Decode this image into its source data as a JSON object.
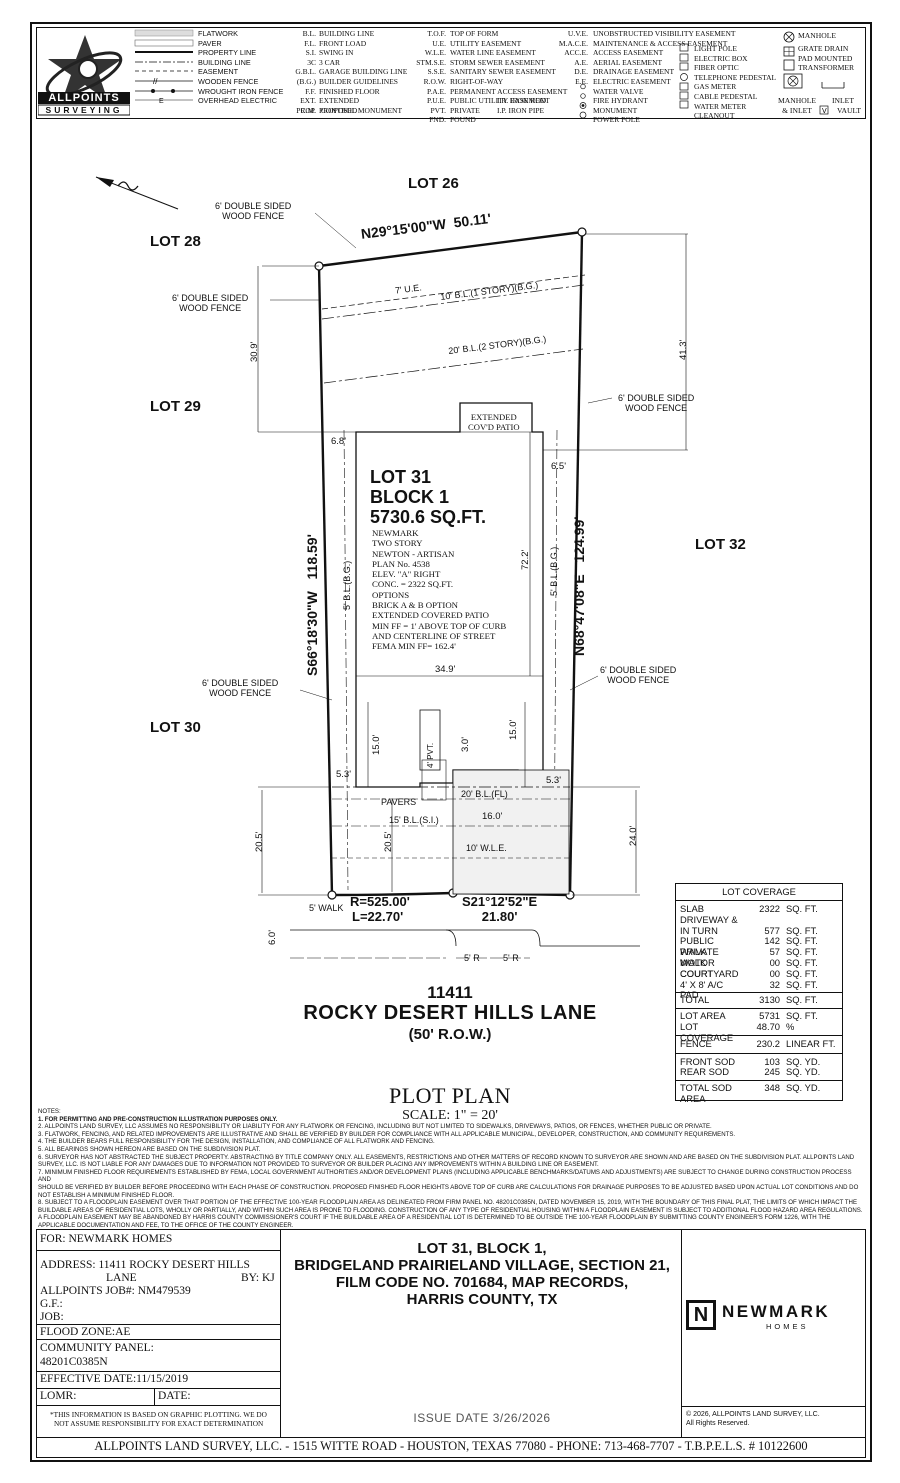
{
  "legend": {
    "company_top": "ALLPOINTS",
    "company_bottom": "SURVEYING",
    "col1": [
      "FLATWORK",
      "PAVER",
      "PROPERTY LINE",
      "BUILDING LINE",
      "EASEMENT",
      "WOODEN FENCE",
      "WROUGHT IRON FENCE",
      "OVERHEAD ELECTRIC"
    ],
    "col2_abbr": [
      "B.L.",
      "F.L.",
      "S.I.",
      "3C",
      "G.B.L.",
      "(B.G.)",
      "F.F.",
      "EXT.",
      "PROP.",
      "C.M."
    ],
    "col2_text": [
      "BUILDING LINE",
      "FRONT LOAD",
      "SWING IN",
      "3 CAR",
      "GARAGE BUILDING LINE",
      "BUILDER GUIDELINES",
      "FINISHED FLOOR",
      "EXTENDED",
      "PROPOSED",
      "CONTROL MONUMENT"
    ],
    "col3_abbr": [
      "T.O.F.",
      "U.E.",
      "W.L.E.",
      "STM.S.E.",
      "S.S.E.",
      "R.O.W.",
      "P.A.E.",
      "P.U.E.",
      "PVT.",
      "FND."
    ],
    "col3_text": [
      "TOP OF FORM",
      "UTILITY EASEMENT",
      "WATER LINE EASEMENT",
      "STORM SEWER EASEMENT",
      "SANITARY SEWER EASEMENT",
      "RIGHT-OF-WAY",
      "PERMANENT ACCESS EASEMENT",
      "PUBLIC UTILITY EASEMENT",
      "PRIVATE",
      "FOUND"
    ],
    "col3b": [
      "I.R.  IRON ROD",
      "I.P.  IRON PIPE"
    ],
    "col4_abbr": [
      "U.V.E.",
      "M.A.C.E.",
      "ACC.E.",
      "A.E.",
      "D.E.",
      "E.E."
    ],
    "col4_text": [
      "UNOBSTRUCTED VISIBILITY EASEMENT",
      "MAINTENANCE & ACCESS EASEMENT",
      "ACCESS EASEMENT",
      "AERIAL EASEMENT",
      "DRAINAGE EASEMENT",
      "ELECTRIC EASEMENT",
      "WATER VALVE",
      "FIRE HYDRANT",
      "MONUMENT",
      "POWER POLE"
    ],
    "col5": [
      "LIGHT POLE",
      "ELECTRIC BOX",
      "FIBER OPTIC",
      "TELEPHONE PEDESTAL",
      "GAS METER",
      "CABLE PEDESTAL",
      "WATER METER",
      "CLEANOUT"
    ],
    "col6": [
      "MANHOLE",
      "GRATE DRAIN",
      "PAD MOUNTED",
      "TRANSFORMER",
      "MANHOLE",
      "& INLET",
      "INLET",
      "VAULT"
    ]
  },
  "plan": {
    "lot_labels": {
      "lot26": "LOT 26",
      "lot28": "LOT 28",
      "lot29": "LOT 29",
      "lot30": "LOT 30",
      "lot32": "LOT 32"
    },
    "bearing_top": "N29°15'00\"W",
    "dist_top": "50.11'",
    "bearing_left": "S66°18'30\"W",
    "dist_left": "118.59'",
    "bearing_right": "N68°47'08\"E",
    "dist_right": "124.99'",
    "curve_r": "R=525.00'",
    "curve_l": "L=22.70'",
    "bearing_front": "S21°12'52\"E",
    "dist_front": "21.80'",
    "fence1": [
      "6' DOUBLE SIDED",
      "WOOD FENCE"
    ],
    "fence2": [
      "6' DOUBLE SIDED",
      "WOOD FENCE"
    ],
    "fence3": [
      "6' DOUBLE SIDED",
      "WOOD FENCE"
    ],
    "fence4": [
      "6' DOUBLE SIDED",
      "WOOD FENCE"
    ],
    "fence5": [
      "6' DOUBLE SIDED",
      "WOOD FENCE"
    ],
    "ue": "7' U.E.",
    "bl1": "10' B.L.(1 STORY)(B.G.)",
    "bl2": "20' B.L.(2 STORY)(B.G.)",
    "dim_309": "30.9'",
    "dim_413": "41.3'",
    "dim_68": "6.8'",
    "dim_65": "6.5'",
    "dim_349": "34.9'",
    "dim_722": "72.2'",
    "dim_150a": "15.0'",
    "dim_150b": "15.0'",
    "dim_53a": "5.3'",
    "dim_53b": "5.3'",
    "dim_30": "3.0'",
    "dim_205a": "20.5'",
    "dim_205b": "20.5'",
    "dim_240": "24.0'",
    "dim_160": "16.0'",
    "dim_60": "6.0'",
    "side_bl_left": "5' B.L.(B.G.)",
    "side_bl_right": "5' B.L.(B.G.)",
    "patio": [
      "EXTENDED",
      "COV'D PATIO"
    ],
    "pvt": "4' PVT.",
    "pavers": "PAVERS",
    "bl_fl": "20' B.L.(FL)",
    "bl_si": "15' B.L.(S.I.)",
    "wle": "10' W.L.E.",
    "walk": "5' WALK",
    "radius1": "5' R",
    "radius2": "5' R",
    "lot_title": "LOT 31",
    "block_title": "BLOCK 1",
    "area_title": "5730.6 SQ.FT.",
    "house_info": [
      "NEWMARK",
      "TWO STORY",
      "NEWTON - ARTISAN",
      "PLAN No. 4538",
      "ELEV. \"A\" RIGHT",
      "CONC. = 2322 SQ.FT.",
      "OPTIONS",
      "BRICK A & B OPTION",
      "EXTENDED COVERED PATIO",
      "MIN FF = 1' ABOVE TOP OF CURB",
      "AND CENTERLINE OF STREET",
      "FEMA MIN FF= 162.4'"
    ],
    "address_number": "11411",
    "street_name": "ROCKY DESERT HILLS LANE",
    "row": "(50' R.O.W.)"
  },
  "coverage": {
    "title": "LOT COVERAGE",
    "rows": [
      {
        "label": "SLAB",
        "value": "2322",
        "unit": "SQ. FT."
      },
      {
        "label": "DRIVEWAY &",
        "value": "",
        "unit": ""
      },
      {
        "label": "IN TURN",
        "value": "577",
        "unit": "SQ. FT."
      },
      {
        "label": "PUBLIC WALK",
        "value": "142",
        "unit": "SQ. FT."
      },
      {
        "label": "PRIVATE WALK",
        "value": "57",
        "unit": "SQ. FT."
      },
      {
        "label": "MOTOR COURT",
        "value": "00",
        "unit": "SQ. FT."
      },
      {
        "label": "COURTYARD",
        "value": "00",
        "unit": "SQ. FT."
      },
      {
        "label": "4' X 8' A/C PAD",
        "value": "32",
        "unit": "SQ. FT."
      }
    ],
    "total": {
      "label": "TOTAL",
      "value": "3130",
      "unit": "SQ. FT."
    },
    "lot_area": {
      "label": "LOT AREA",
      "value": "5731",
      "unit": "SQ. FT."
    },
    "lot_cov": {
      "label": "LOT COVERAGE",
      "value": "48.70",
      "unit": "%"
    },
    "fence": {
      "label": "FENCE",
      "value": "230.2",
      "unit": "LINEAR FT."
    },
    "front_sod": {
      "label": "FRONT SOD",
      "value": "103",
      "unit": "SQ. YD."
    },
    "rear_sod": {
      "label": "REAR SOD",
      "value": "245",
      "unit": "SQ. YD."
    },
    "total_sod": {
      "label": "TOTAL SOD AREA",
      "value": "348",
      "unit": "SQ. YD."
    }
  },
  "title": {
    "main": "PLOT PLAN",
    "scale": "SCALE: 1\" = 20'"
  },
  "notes": {
    "header": "NOTES:",
    "items": [
      "1.  FOR PERMITTING AND PRE-CONSTRUCTION ILLUSTRATION PURPOSES ONLY.",
      "2.  ALLPOINTS LAND SURVEY, LLC ASSUMES NO RESPONSIBILITY OR LIABILITY FOR ANY FLATWORK OR FENCING, INCLUDING BUT NOT LIMITED TO SIDEWALKS, DRIVEWAYS, PATIOS, OR FENCES, WHETHER PUBLIC OR PRIVATE.",
      "3.  FLATWORK, FENCING, AND RELATED IMPROVEMENTS ARE ILLUSTRATIVE AND SHALL BE VERIFIED BY BUILDER FOR COMPLIANCE WITH ALL APPLICABLE MUNICIPAL, DEVELOPER, CONSTRUCTION, AND COMMUNITY REQUIREMENTS.",
      "4.  THE BUILDER BEARS FULL RESPONSIBILITY FOR THE DESIGN, INSTALLATION, AND COMPLIANCE OF ALL FLATWORK AND FENCING.",
      "5.  ALL BEARINGS SHOWN HEREON ARE BASED ON THE SUBDIVISION PLAT.",
      "6.  SURVEYOR HAS NOT ABSTRACTED THE SUBJECT PROPERTY. ABSTRACTING BY TITLE COMPANY ONLY. ALL EASEMENTS, RESTRICTIONS AND OTHER MATTERS OF RECORD KNOWN TO SURVEYOR ARE SHOWN AND ARE BASED ON THE SUBDIVISION PLAT. ALLPOINTS LAND",
      "     SURVEY, LLC. IS NOT LIABLE FOR ANY DAMAGES DUE TO INFORMATION NOT PROVIDED TO SURVEYOR OR BUILDER PLACING ANY IMPROVEMENTS WITHIN A BUILDING LINE OR EASEMENT.",
      "7.  MINIMUM FINISHED FLOOR REQUIREMENTS ESTABLISHED BY FEMA, LOCAL GOVERNMENT AUTHORITIES AND/OR DEVELOPMENT PLANS (INCLUDING APPLICABLE BENCHMARKS/DATUMS AND ADJUSTMENTS) ARE SUBJECT TO CHANGE DURING CONSTRUCTION PROCESS AND",
      "     SHOULD BE VERIFIED BY BUILDER BEFORE PROCEEDING WITH EACH PHASE OF CONSTRUCTION. PROPOSED FINISHED FLOOR HEIGHTS ABOVE TOP OF CURB ARE CALCULATIONS FOR DRAINAGE PURPOSES TO BE ADJUSTED BASED UPON ACTUAL LOT CONDITIONS AND DO",
      "     NOT ESTABLISH A MINIMUM FINISHED FLOOR.",
      "8.  SUBJECT TO A FLOODPLAIN EASEMENT OVER THAT PORTION OF THE EFFECTIVE 100-YEAR FLOODPLAIN AREA AS DELINEATED FROM FIRM PANEL NO. 48201C0385N, DATED NOVEMBER 15, 2019, WITH THE BOUNDARY OF THIS FINAL PLAT, THE LIMITS OF WHICH IMPACT THE",
      "     BUILDABLE AREAS OF RESIDENTIAL LOTS, WHOLLY OR PARTIALLY, AND WITHIN SUCH AREA IS PRONE TO FLOODING. CONSTRUCTION OF ANY TYPE OF RESIDENTIAL HOUSING WITHIN A FLOODPLAIN EASEMENT IS SUBJECT TO ADDITIONAL FLOOD HAZARD AREA REGULATIONS.",
      "     A FLOODPLAIN EASEMENT MAY BE ABANDONED BY HARRIS COUNTY COMMISSIONER'S COURT IF THE BUILDABLE AREA OF A RESIDENTIAL LOT IS DETERMINED TO BE OUTSIDE THE 100-YEAR FLOODPLAIN BY SUBMITTING COUNTY ENGINEER'S FORM 1226, WITH THE",
      "     APPLICABLE DOCUMENTATION AND FEE, TO THE OFFICE OF THE COUNTY ENGINEER."
    ]
  },
  "titleblock": {
    "for": "FOR:  NEWMARK HOMES",
    "address1": "ADDRESS: 11411 ROCKY DESERT HILLS",
    "address2": "LANE",
    "by": "BY: KJ",
    "job_no": "ALLPOINTS JOB#: NM479539",
    "gf": "G.F.:",
    "job": "JOB:",
    "flood_zone": "FLOOD ZONE:AE",
    "community_panel": "COMMUNITY PANEL:",
    "panel_no": "48201C0385N",
    "effective_date": "EFFECTIVE DATE:11/15/2019",
    "lomr": "LOMR:",
    "date": "DATE:",
    "disclaimer1": "*THIS INFORMATION IS BASED ON GRAPHIC PLOTTING.  WE DO",
    "disclaimer2": "NOT ASSUME RESPONSIBILITY FOR EXACT DETERMINATION",
    "legal1": "LOT 31, BLOCK 1,",
    "legal2": "BRIDGELAND PRAIRIELAND VILLAGE, SECTION 21,",
    "legal3": "FILM CODE NO. 701684, MAP RECORDS,",
    "legal4": "HARRIS COUNTY, TX",
    "issue_date": "ISSUE DATE 3/26/2026",
    "brand_letter": "N",
    "brand_name": "NEWMARK",
    "brand_sub": "HOMES",
    "copyright1": "© 2026, ALLPOINTS LAND SURVEY, LLC.",
    "copyright2": "All Rights Reserved.",
    "footer": "ALLPOINTS LAND SURVEY, LLC. - 1515 WITTE ROAD - HOUSTON, TEXAS 77080 - PHONE: 713-468-7707 - T.B.P.E.L.S. # 10122600"
  }
}
